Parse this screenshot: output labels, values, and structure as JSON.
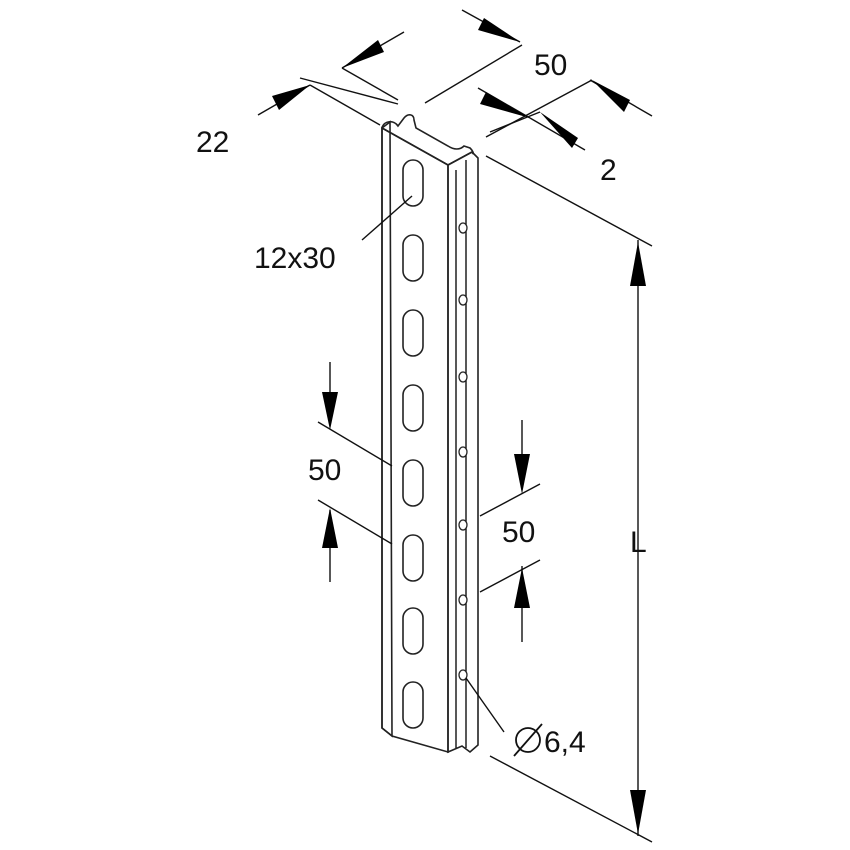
{
  "labels": {
    "width_top": "50",
    "depth": "22",
    "thickness": "2",
    "slot_size": "12x30",
    "slot_pitch": "50",
    "hole_pitch": "50",
    "length": "L",
    "hole_dia": "6,4"
  },
  "colors": {
    "ink": "#111111",
    "metal_light": "#f2f2f2",
    "metal_mid": "#d9d9d9",
    "metal_dark": "#bdbdbd"
  }
}
